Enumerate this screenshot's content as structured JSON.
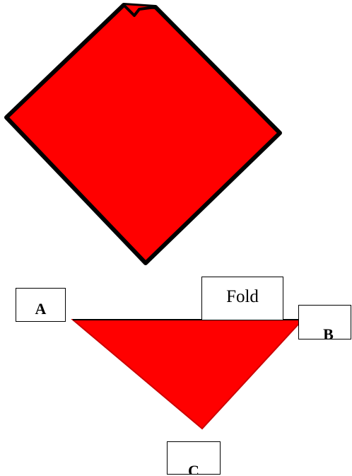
{
  "labels": {
    "a": "A",
    "b": "B",
    "c": "C",
    "fold": "Fold"
  },
  "colors": {
    "paper_fill": "#ff0000",
    "outline": "#000000",
    "background": "#ffffff"
  }
}
